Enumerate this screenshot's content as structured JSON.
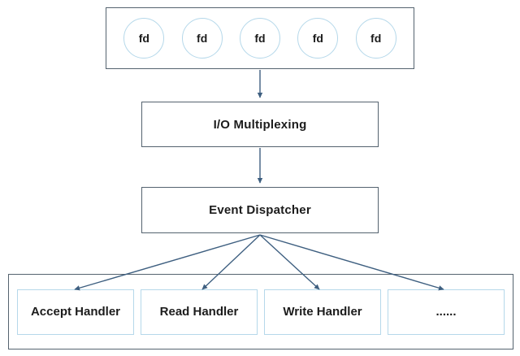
{
  "diagram": {
    "fd_circles": [
      "fd",
      "fd",
      "fd",
      "fd",
      "fd"
    ],
    "multiplexing_label": "I/O Multiplexing",
    "dispatcher_label": "Event Dispatcher",
    "handlers": [
      "Accept Handler",
      "Read Handler",
      "Write Handler",
      "......"
    ]
  },
  "colors": {
    "background": "#ffffff",
    "outer-border": "#55636f",
    "inner-border": "#b5d8ea",
    "arrow": "#3e5f80",
    "text": "#1c1c1c"
  }
}
